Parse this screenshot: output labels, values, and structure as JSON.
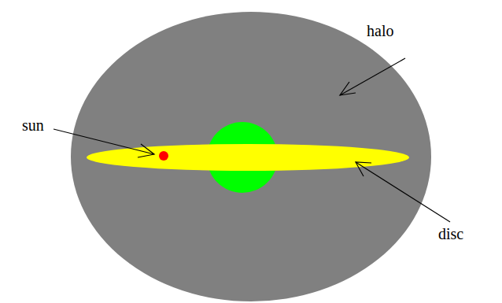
{
  "diagram": {
    "labels": [
      "halo",
      "sun",
      "disc"
    ]
  }
}
